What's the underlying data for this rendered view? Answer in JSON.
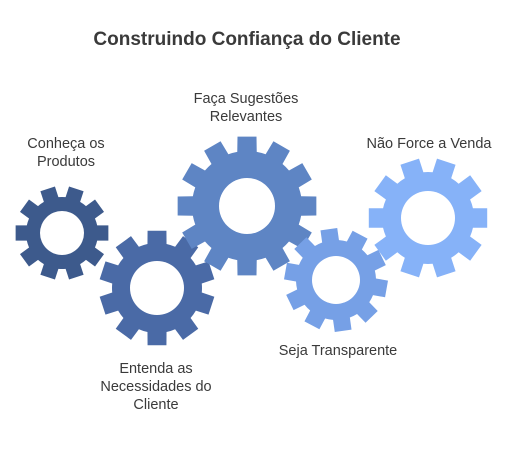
{
  "title": "Construindo Confiança do Cliente",
  "gears": [
    {
      "id": "produtos",
      "color": "#3d5a8c",
      "lines": [
        "Conheça os",
        "Produtos"
      ]
    },
    {
      "id": "necessidades",
      "color": "#4a6aa6",
      "lines": [
        "Entenda as",
        "Necessidades do",
        "Cliente"
      ]
    },
    {
      "id": "sugestoes",
      "color": "#5e85c4",
      "lines": [
        "Faça Sugestões",
        "Relevantes"
      ]
    },
    {
      "id": "transparente",
      "color": "#76a0e6",
      "lines": [
        "Seja Transparente"
      ]
    },
    {
      "id": "venda",
      "color": "#86b2f8",
      "lines": [
        "Não Force a Venda"
      ]
    }
  ]
}
